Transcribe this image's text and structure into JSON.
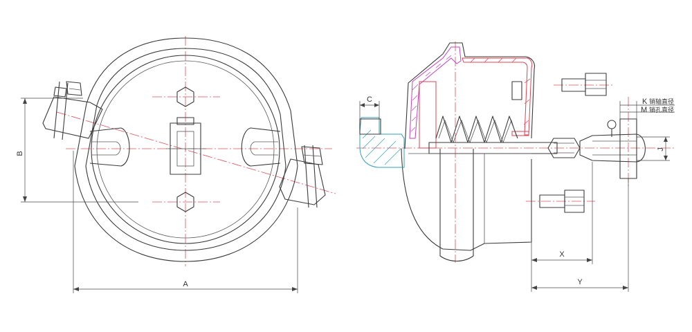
{
  "dimensions": {
    "A": "A",
    "B": "B",
    "C": "C",
    "X": "X",
    "Y": "Y",
    "J": "J"
  },
  "notes": {
    "K_letter": "K",
    "K_text": "销轴直径",
    "M_letter": "M",
    "M_text": "销孔直径"
  },
  "colors": {
    "center_line": "#e0505a",
    "diaphragm_hatch": "#c040c0",
    "housing_hatch": "#e04050",
    "fitting_hatch": "#30a0b8",
    "outline": "#3a3a3a"
  }
}
